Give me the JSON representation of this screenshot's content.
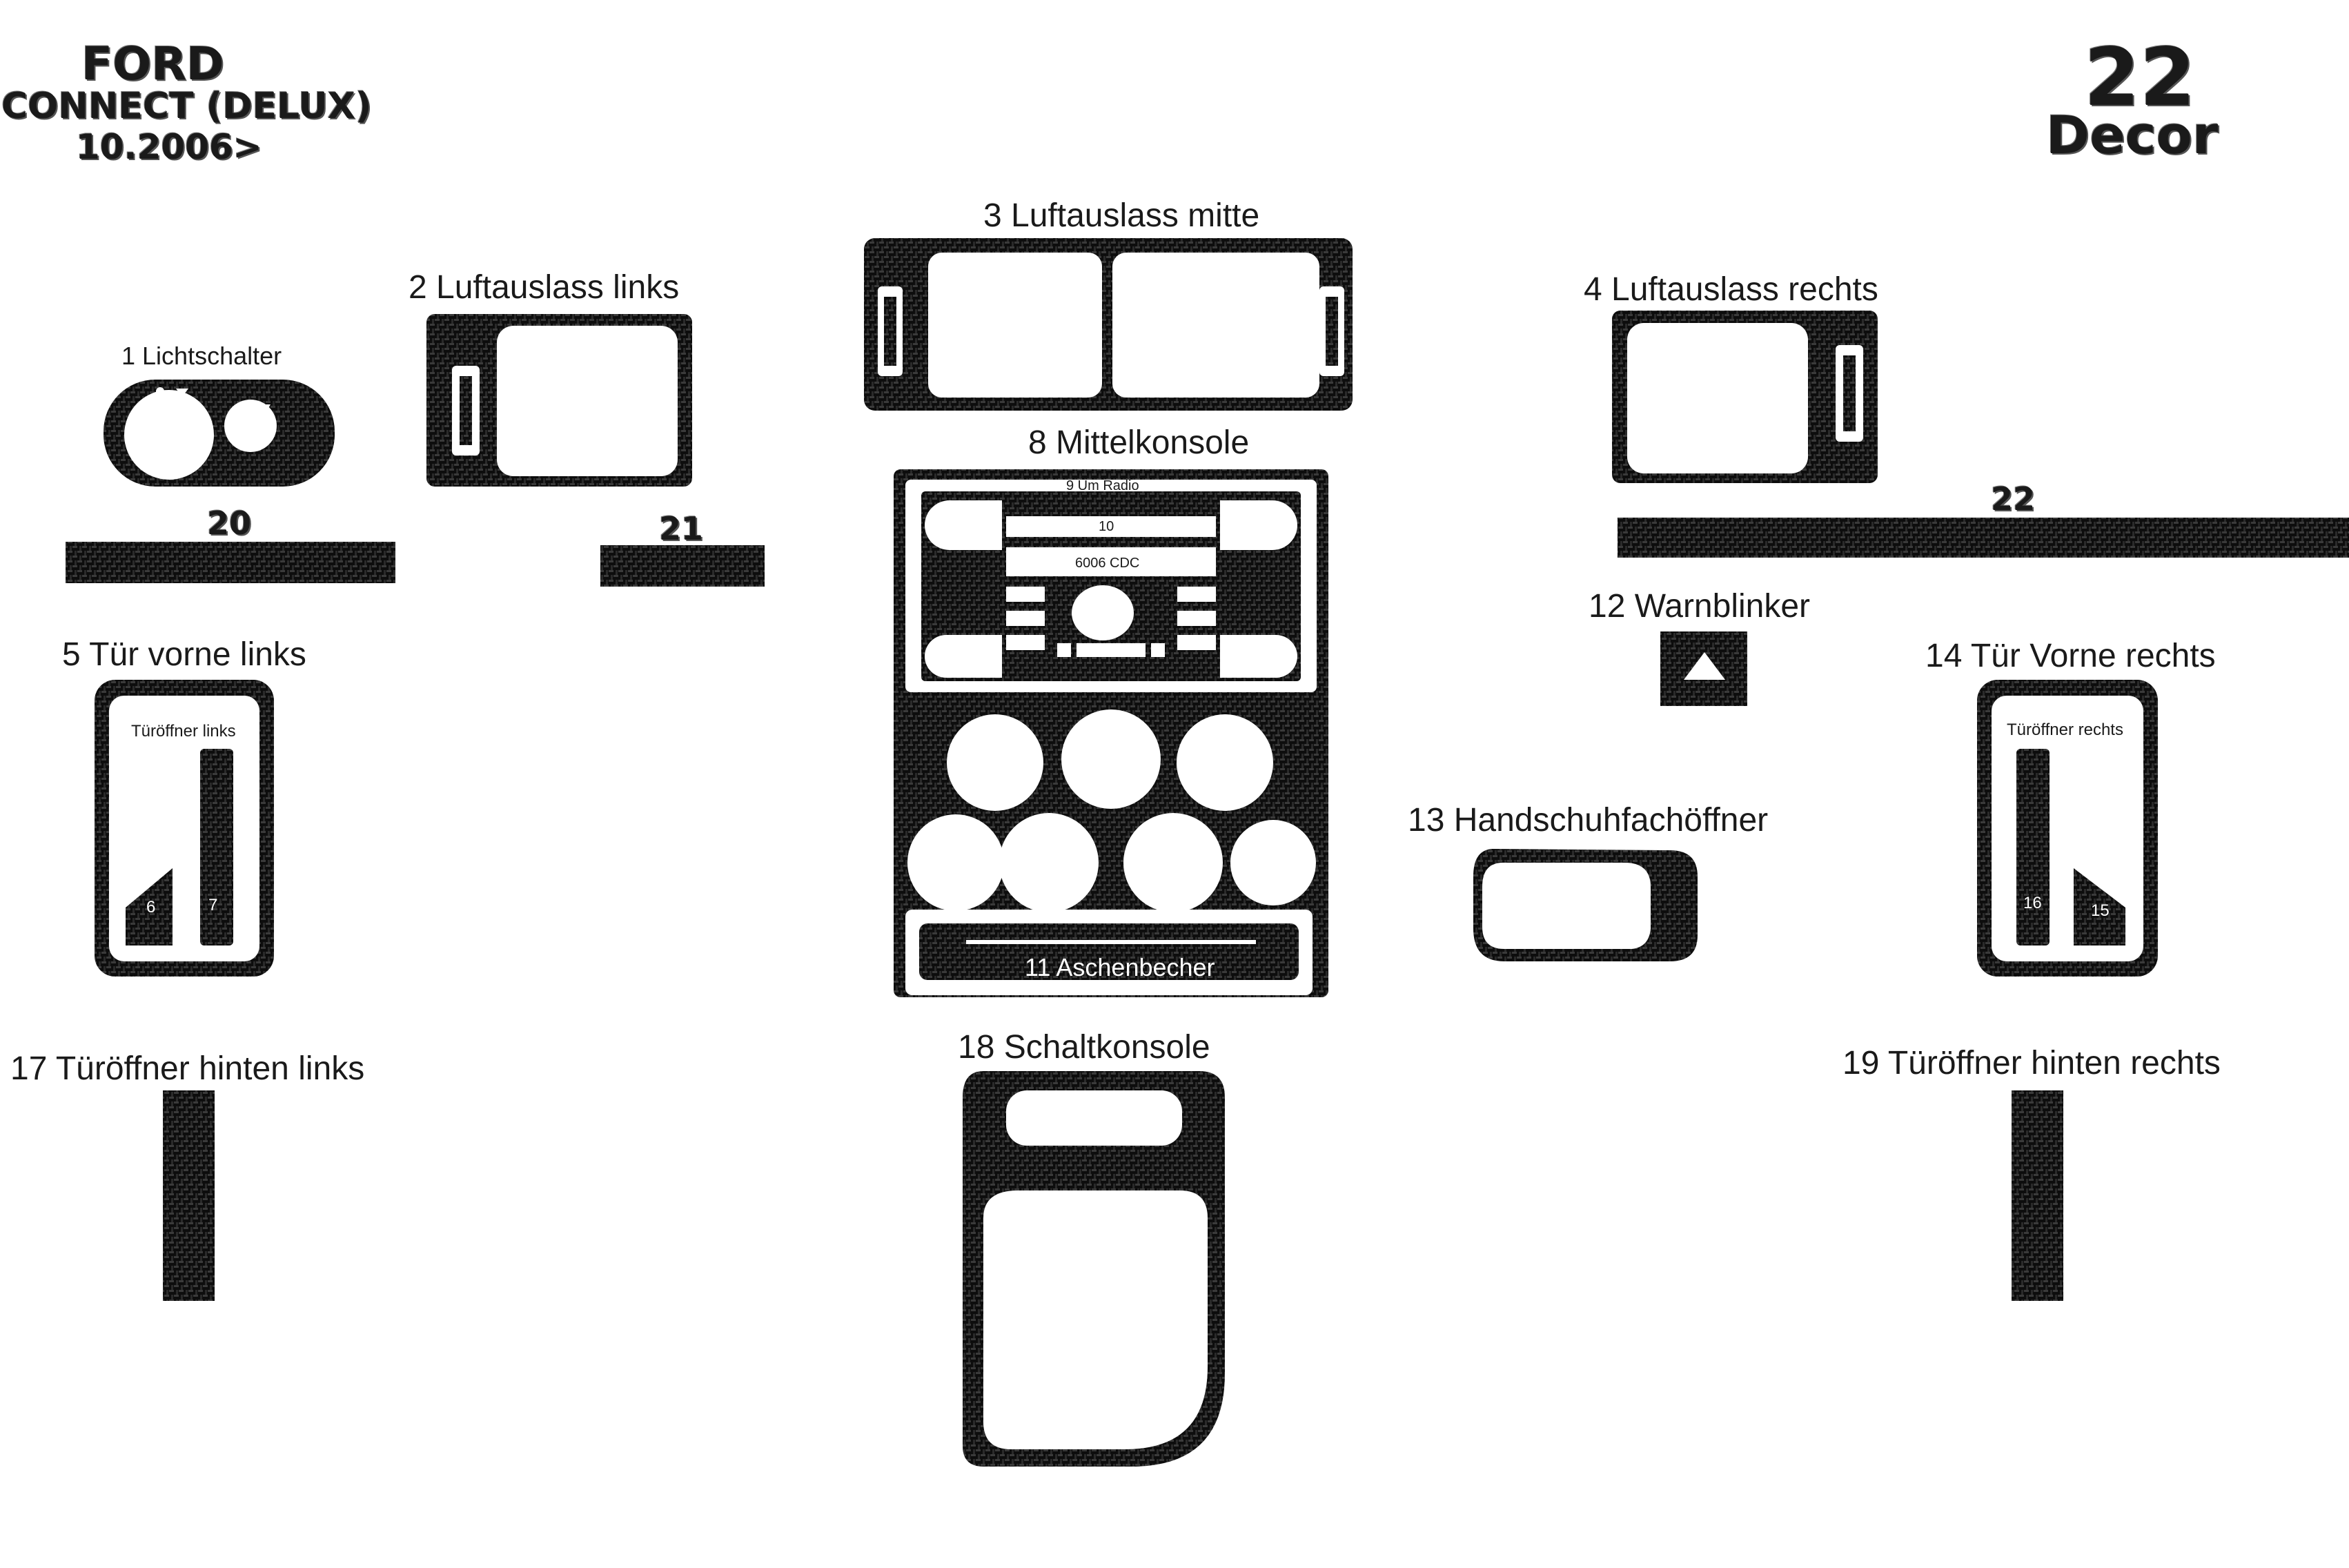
{
  "header": {
    "brand": "FORD",
    "model": "CONNECT (DELUX)",
    "date": "10.2006>",
    "count": "22",
    "kit": "Decor"
  },
  "colors": {
    "carbon_dark": "#0d0d0d",
    "carbon_light": "#3a3a3a",
    "label": "#1a1a1a",
    "background": "#ffffff"
  },
  "parts": {
    "p1": "1  Lichtschalter",
    "p2": "2 Luftauslass links",
    "p3": "3 Luftauslass mitte",
    "p4": "4 Luftauslass rechts",
    "p5": "5  Tür vorne links",
    "p5_sub": "Türöffner links",
    "p6": "6",
    "p7": "7",
    "p8": "8   Mittelkonsole",
    "p9": "9   Um Radio",
    "p10": "10",
    "p10_sub": "6006 CDC",
    "p11": "11 Aschenbecher",
    "p12": "12 Warnblinker",
    "p13": "13  Handschuhfachöffner",
    "p14": "14  Tür Vorne rechts",
    "p14_sub": "Türöffner rechts",
    "p15": "15",
    "p16": "16",
    "p17": "17  Türöffner hinten links",
    "p18": "18  Schaltkonsole",
    "p19": "19  Türöffner hinten rechts",
    "p20": "20",
    "p21": "21",
    "p22": "22"
  }
}
